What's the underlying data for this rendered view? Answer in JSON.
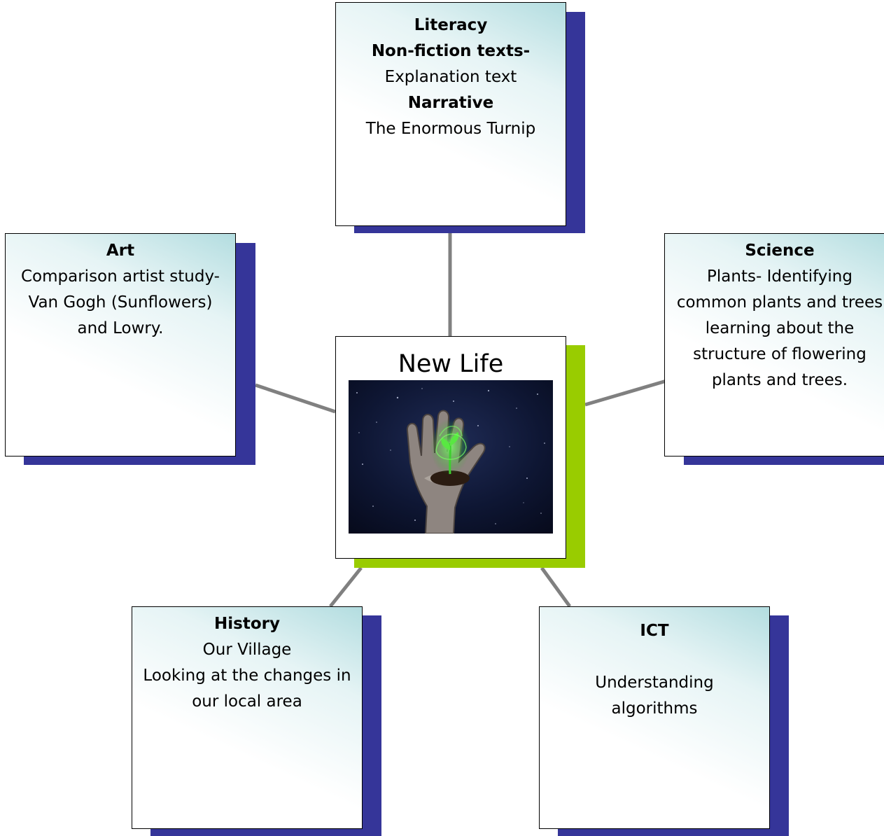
{
  "center": {
    "title": "New Life",
    "image": "hand-holding-seedling-starry-sky"
  },
  "literacy": {
    "heading": "Literacy",
    "subheading": "Non-fiction texts-",
    "line1": "Explanation text",
    "subheading2": "Narrative",
    "line2": "The Enormous Turnip"
  },
  "art": {
    "heading": "Art",
    "line1": "Comparison artist study-",
    "line2": "Van Gogh (Sunflowers)",
    "line3": "and Lowry."
  },
  "science": {
    "heading": "Science",
    "line1": "Plants- Identifying",
    "line2": "common plants and trees",
    "line3": "learning about the",
    "line4": "structure of flowering",
    "line5": "plants and trees."
  },
  "history": {
    "heading": "History",
    "line1": "Our Village",
    "line2": "Looking at the changes in",
    "line3": "our local area"
  },
  "ict": {
    "heading": "ICT",
    "line1": "Understanding",
    "line2": "algorithms"
  },
  "colors": {
    "box_shadow": "#353599",
    "center_shadow": "#99cc00",
    "connector": "#808080",
    "box_gradient": "#b3dde0"
  }
}
